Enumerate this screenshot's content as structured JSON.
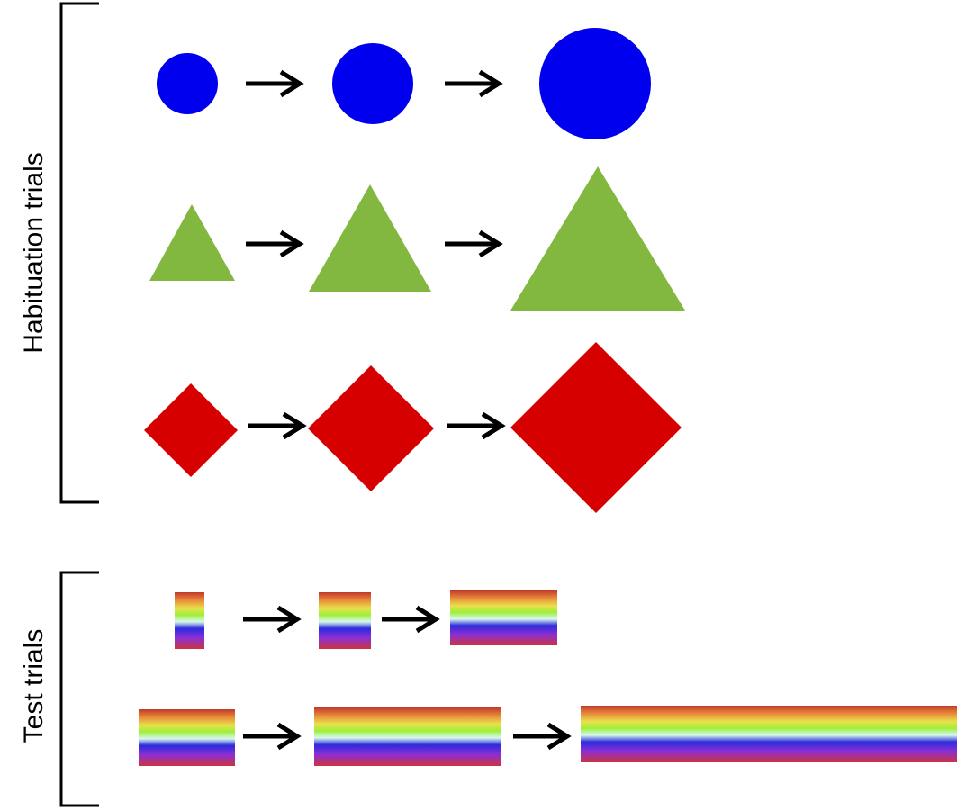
{
  "labels": {
    "habituation": "Habituation trials",
    "test": "Test trials"
  },
  "colors": {
    "circle": "#0000ee",
    "triangle": "#82b840",
    "diamond": "#d60000",
    "arrow": "#000000",
    "bracket": "#000000",
    "rainbow": [
      "#c0392b",
      "#e9e04a",
      "#9fef3a",
      "#d6f7ee",
      "#2b2bdc",
      "#8a2fd6",
      "#cc3340"
    ]
  },
  "sequences": {
    "habituation": [
      "circle",
      "triangle",
      "diamond"
    ],
    "test": [
      "rainbow-rectangle",
      "rainbow-rectangle"
    ]
  }
}
